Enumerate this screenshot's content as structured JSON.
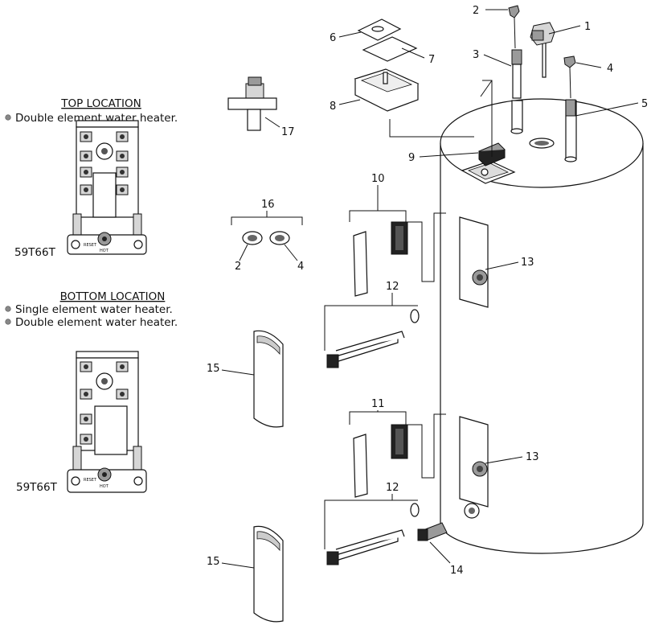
{
  "top_location": {
    "heading": "TOP LOCATION",
    "bullets": [
      "Double element water heater."
    ],
    "model": "59T66T"
  },
  "bottom_location": {
    "heading": "BOTTOM LOCATION",
    "bullets": [
      "Single element water heater.",
      "Double element water heater."
    ],
    "model": "59T66T"
  },
  "thermostat_marks": [
    "RESET",
    "HOT"
  ],
  "callouts": {
    "c1": "1",
    "c2a": "2",
    "c2b": "2",
    "c3": "3",
    "c4a": "4",
    "c4b": "4",
    "c5": "5",
    "c6": "6",
    "c7": "7",
    "c8": "8",
    "c9": "9",
    "c10": "10",
    "c11": "11",
    "c12a": "12",
    "c12b": "12",
    "c13a": "13",
    "c13b": "13",
    "c14": "14",
    "c15a": "15",
    "c15b": "15",
    "c16": "16",
    "c17": "17"
  }
}
